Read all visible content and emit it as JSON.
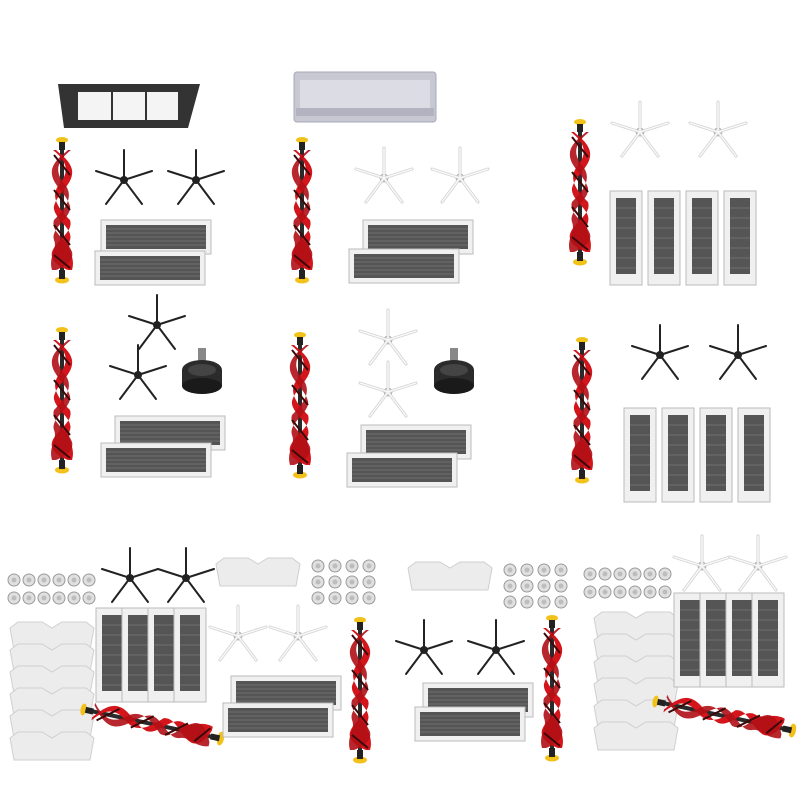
{
  "image": {
    "kind": "product-accessory-kit-collage",
    "background_color": "#ffffff",
    "kits_count": 10
  },
  "colors": {
    "brush_red": "#d4151b",
    "brush_dark": "#3a0a0a",
    "brush_cap": "#f2c21b",
    "filter_frame": "#f0f0f0",
    "filter_mesh": "#555555",
    "side_brush_black": "#222222",
    "side_brush_white": "#f4f4f4",
    "cover_black": "#333333",
    "cover_grey": "#c8c8d2",
    "mop_cloth": "#ececec",
    "washer_grey": "#bdbdbd"
  },
  "icons": [
    "main-roller-brush-icon",
    "side-brush-icon",
    "hepa-filter-icon",
    "brush-cover-icon",
    "caster-wheel-icon",
    "mop-cloth-icon",
    "washer-icon"
  ],
  "kits": [
    {
      "id": "kit-1",
      "cover": "black",
      "side_brush": "black",
      "side_brush_count": 2,
      "filter_count": 2,
      "filter_orientation": "horizontal",
      "wheel": false
    },
    {
      "id": "kit-2",
      "cover": "grey",
      "side_brush": "white",
      "side_brush_count": 2,
      "filter_count": 2,
      "filter_orientation": "horizontal",
      "wheel": false
    },
    {
      "id": "kit-3",
      "cover": "none",
      "side_brush": "white",
      "side_brush_count": 2,
      "filter_count": 4,
      "filter_orientation": "vertical",
      "wheel": false
    },
    {
      "id": "kit-4",
      "cover": "none",
      "side_brush": "black",
      "side_brush_count": 2,
      "filter_count": 2,
      "filter_orientation": "horizontal",
      "wheel": true
    },
    {
      "id": "kit-5",
      "cover": "none",
      "side_brush": "white",
      "side_brush_count": 2,
      "filter_count": 2,
      "filter_orientation": "horizontal",
      "wheel": true
    },
    {
      "id": "kit-6",
      "cover": "none",
      "side_brush": "black",
      "side_brush_count": 2,
      "filter_count": 4,
      "filter_orientation": "vertical",
      "wheel": false
    },
    {
      "id": "kit-7",
      "side_brush": "black",
      "side_brush_count": 2,
      "filter_count": 4,
      "mop_count": 6,
      "washer_count": 12
    },
    {
      "id": "kit-8",
      "side_brush": "white",
      "side_brush_count": 2,
      "filter_count": 2,
      "mop_count": 1,
      "washer_count": 12
    },
    {
      "id": "kit-9",
      "side_brush": "black",
      "side_brush_count": 2,
      "filter_count": 2,
      "mop_count": 1,
      "washer_count": 12
    },
    {
      "id": "kit-10",
      "side_brush": "white",
      "side_brush_count": 2,
      "filter_count": 4,
      "mop_count": 6,
      "washer_count": 12
    }
  ]
}
